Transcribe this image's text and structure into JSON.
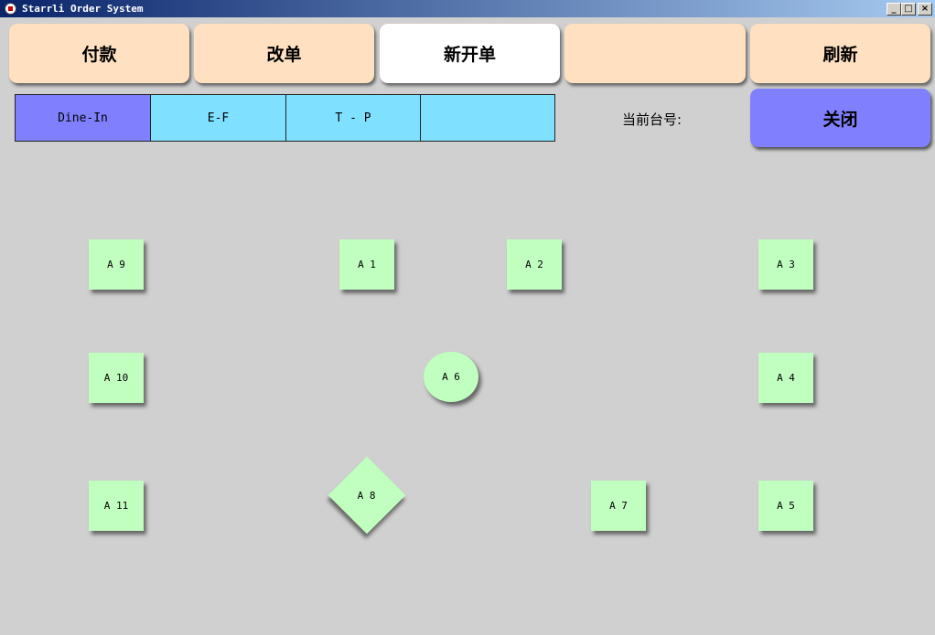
{
  "window": {
    "title": "Starrli Order System",
    "minimize": "_",
    "maximize": "□",
    "close": "×"
  },
  "toolbar": {
    "pay": "付款",
    "modify": "改单",
    "new_order": "新开单",
    "blank": "",
    "refresh": "刷新"
  },
  "tabs": [
    "Dine-In",
    "E-F",
    "T - P",
    ""
  ],
  "current_table_label": "当前台号:",
  "close_button": "关闭",
  "tables": {
    "a1": "A 1",
    "a2": "A 2",
    "a3": "A 3",
    "a4": "A 4",
    "a5": "A 5",
    "a6": "A 6",
    "a7": "A 7",
    "a8": "A 8",
    "a9": "A 9",
    "a10": "A 10",
    "a11": "A 11"
  },
  "colors": {
    "button": "#ffe0c0",
    "active_button": "#ffffff",
    "tab_active": "#8080ff",
    "tab": "#80e0ff",
    "close": "#8080ff",
    "table": "#c0ffc0"
  }
}
